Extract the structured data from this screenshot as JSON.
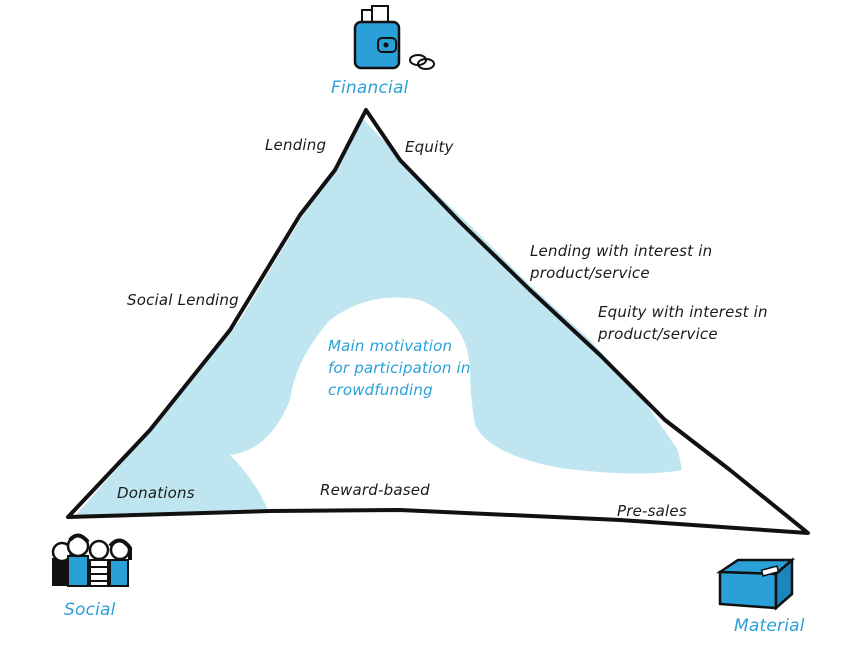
{
  "corners": {
    "financial": "Financial",
    "social": "Social",
    "material": "Material"
  },
  "labels": {
    "lending": "Lending",
    "equity": "Equity",
    "social_lending": "Social Lending",
    "lending_interest": "Lending with interest in product/service",
    "equity_interest": "Equity with interest in product/service",
    "donations": "Donations",
    "reward_based": "Reward-based",
    "pre_sales": "Pre-sales",
    "center_text": "Main motivation for participation in crowdfunding"
  },
  "colors": {
    "fill": "#bfe6f0",
    "outline": "#111111",
    "accent": "#2aa0d8"
  },
  "icons": {
    "financial": "wallet-icon",
    "social": "people-group-icon",
    "material": "box-icon"
  }
}
